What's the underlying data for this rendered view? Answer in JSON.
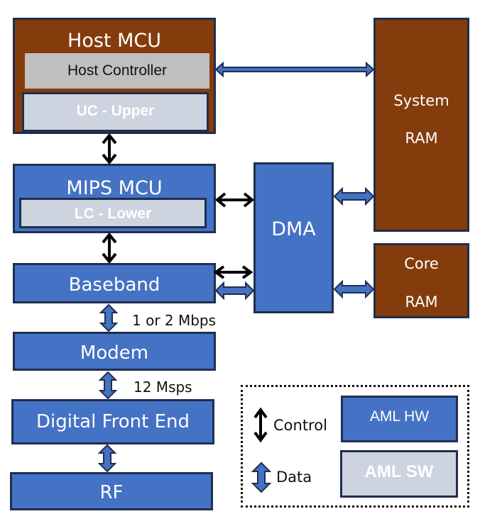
{
  "blocks": {
    "host_mcu": {
      "title": "Host MCU",
      "host_controller": "Host Controller",
      "uc_upper": "UC - Upper"
    },
    "mips_mcu": {
      "title": "MIPS MCU",
      "lc_lower": "LC - Lower"
    },
    "baseband": "Baseband",
    "modem": "Modem",
    "digital_front_end": "Digital Front End",
    "rf": "RF",
    "dma": "DMA",
    "system_ram": {
      "line1": "System",
      "line2": "RAM"
    },
    "core_ram": {
      "line1": "Core",
      "line2": "RAM"
    }
  },
  "link_labels": {
    "baseband_modem": "1 or 2 Mbps",
    "modem_dfe": "12 Msps"
  },
  "legend": {
    "control": "Control",
    "data": "Data",
    "aml_hw": "AML HW",
    "aml_sw": "AML SW"
  },
  "colors": {
    "hw_blue": "#4472c4",
    "brown": "#843c0c",
    "sw_gray": "#cdd4df",
    "host_controller_gray": "#bfbfbf",
    "border": "#1f2f4f"
  }
}
